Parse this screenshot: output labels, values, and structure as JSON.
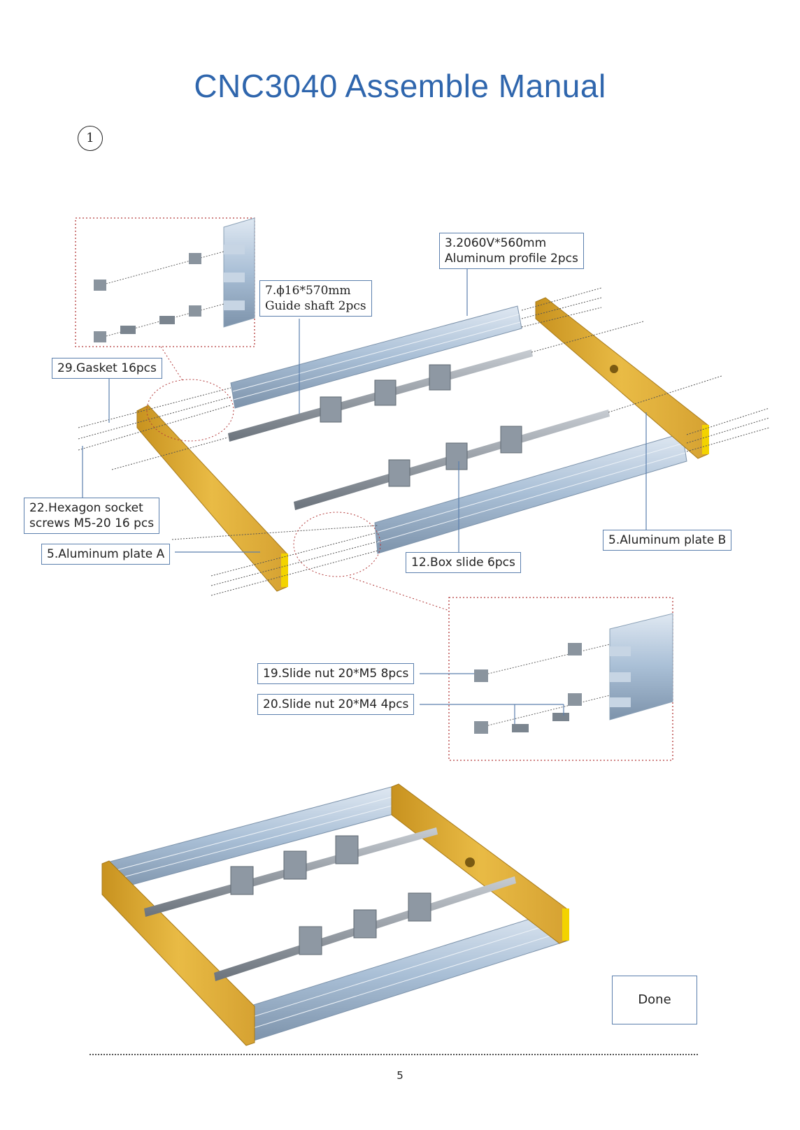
{
  "page": {
    "title": "CNC3040 Assemble Manual",
    "step_number": "1",
    "page_number": "5"
  },
  "labels": {
    "profile": [
      "3.2060V*560mm",
      "Aluminum profile 2pcs"
    ],
    "guide_shaft": [
      "7.ϕ16*570mm",
      "Guide  shaft 2pcs"
    ],
    "gasket": "29.Gasket 16pcs",
    "hex_screws": [
      "22.Hexagon socket",
      "screws M5-20 16 pcs"
    ],
    "plate_a": "5.Aluminum plate A",
    "plate_b": "5.Aluminum plate B",
    "box_slide": "12.Box slide 6pcs",
    "slide_nut_m5": "19.Slide nut 20*M5  8pcs",
    "slide_nut_m4": "20.Slide nut 20*M4  4pcs"
  },
  "done_box": {
    "label": "Done"
  },
  "colors": {
    "title": "#2f66ad",
    "label_border": "#5b7fad",
    "aluminum": "#a9bfd6",
    "plate": "#e3b23c",
    "callout_dots": "#b33a3a"
  }
}
